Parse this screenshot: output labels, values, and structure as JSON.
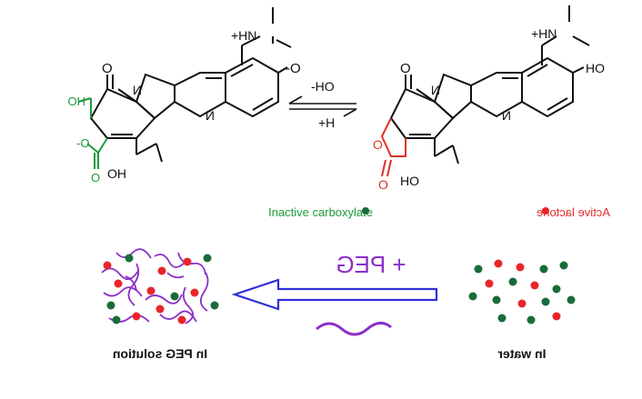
{
  "colors": {
    "black": "#111111",
    "green_mol": "#1f9a3a",
    "red_mol": "#e0302c",
    "peg": "#8b2fc9",
    "arrow_blue": "#2f2fd8",
    "dot_red": "#e8262a",
    "dot_green": "#1a6b3a"
  },
  "equilibrium": {
    "top_label": "-HO",
    "bottom_label": "+H"
  },
  "legend": {
    "inactive": "Inactive carboxylate",
    "active": "Active lactone"
  },
  "molecule_left": {
    "amine": "+HN",
    "phenolate": "-O",
    "ring_o": "O",
    "n_label": "N",
    "n2_label": "N",
    "ho_green": "HO",
    "o_green": "O",
    "carboxylate_o": "-O",
    "oh": "OH"
  },
  "molecule_right": {
    "amine": "+HN",
    "oh_phenol": "HO",
    "ring_o": "O",
    "n_label": "N",
    "n2_label": "N",
    "lactone_o": "O",
    "lactone_o2": "O",
    "oh": "HO"
  },
  "peg_arrow": {
    "label": "+ PEG"
  },
  "captions": {
    "left": "In PEG solution",
    "right": "In water"
  }
}
